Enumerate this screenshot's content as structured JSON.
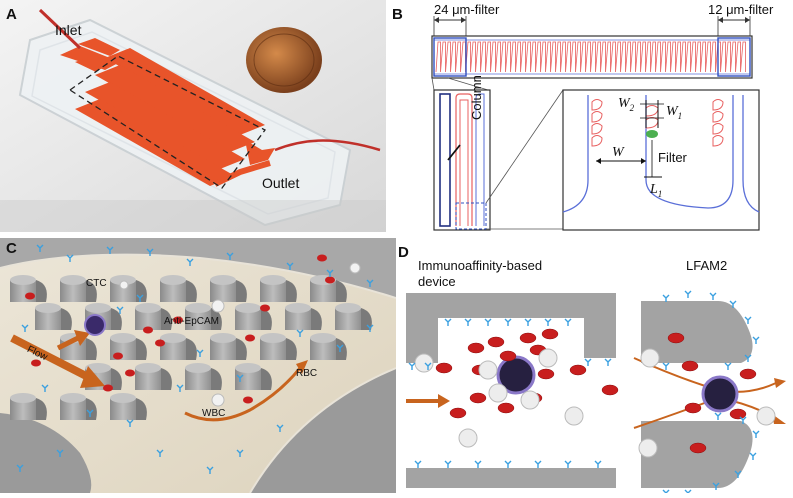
{
  "panels": {
    "a": {
      "label": "A",
      "inlet": "Inlet",
      "outlet": "Outlet"
    },
    "b": {
      "label": "B",
      "filter_left": "24 μm-filter",
      "filter_right": "12 μm-filter",
      "column": "Column",
      "filter": "Filter",
      "w2": "W",
      "w2_sub": "2",
      "w1": "W",
      "w1_sub": "1",
      "w": "W",
      "l1": "L",
      "l1_sub": "1"
    },
    "c": {
      "label": "C",
      "ctc": "CTC",
      "anti_epcam": "Anti-EpCAM",
      "flow": "Flow",
      "wbc": "WBC",
      "rbc": "RBC"
    },
    "d": {
      "label": "D",
      "device_title_line1": "Immunoaffinity-based",
      "device_title_line2": "device",
      "lfam2": "LFAM2"
    }
  },
  "colors": {
    "chip_orange": "#e8542a",
    "channel_red": "#e86060",
    "channel_blue": "#5a6fd8",
    "post_grey": "#9e9e9e",
    "flow_arrow": "#c8641e",
    "rbc_red": "#c81e1e",
    "ctc_purple": "#3a2a6a",
    "antibody_blue": "#3aa0e0"
  }
}
